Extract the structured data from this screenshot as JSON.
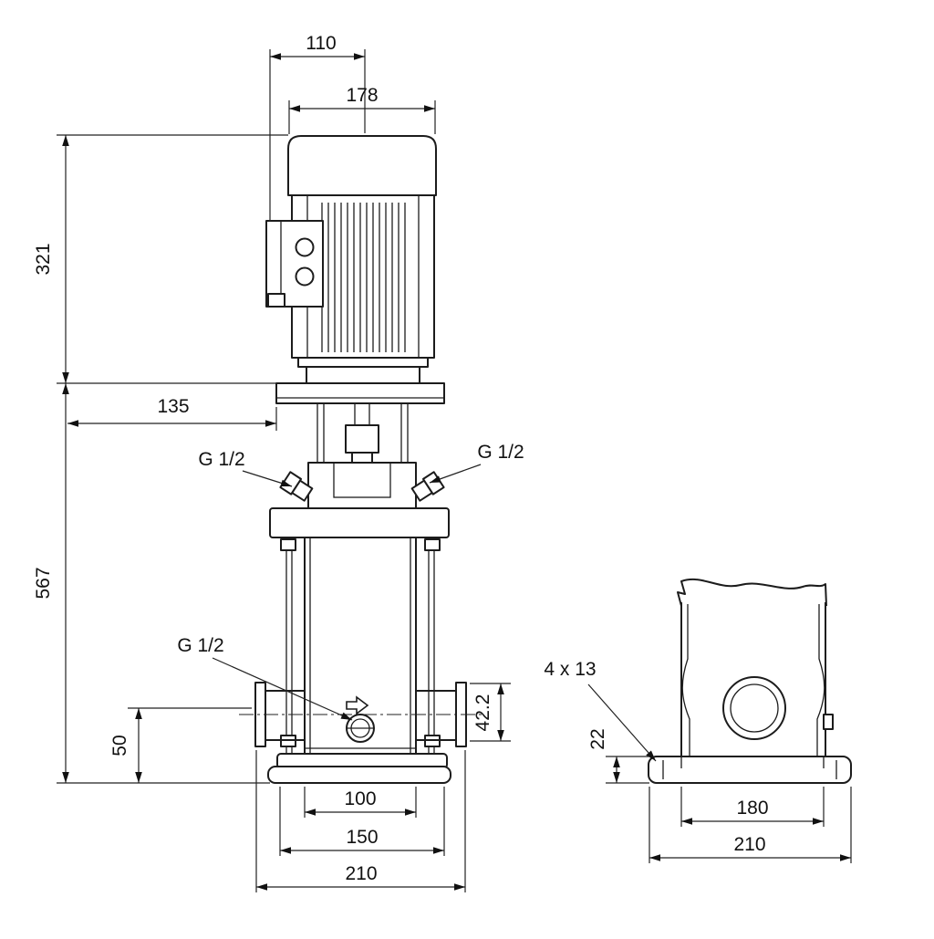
{
  "front_view": {
    "dim_fan_cover_width": "110",
    "dim_motor_width": "178",
    "dim_motor_height": "321",
    "dim_head_width": "135",
    "dim_pump_height": "567",
    "plug_left_label": "G 1/2",
    "plug_right_label": "G 1/2",
    "drain_plug_label": "G 1/2",
    "dim_port_height": "50",
    "dim_port_size": "42.2",
    "dim_base_inner_width": "100",
    "dim_base_width": "150",
    "dim_port_span": "210"
  },
  "side_view": {
    "bolt_holes_label": "4 x 13",
    "dim_base_plate_thickness": "22",
    "dim_bolt_hole_spacing": "180",
    "dim_base_length": "210"
  }
}
